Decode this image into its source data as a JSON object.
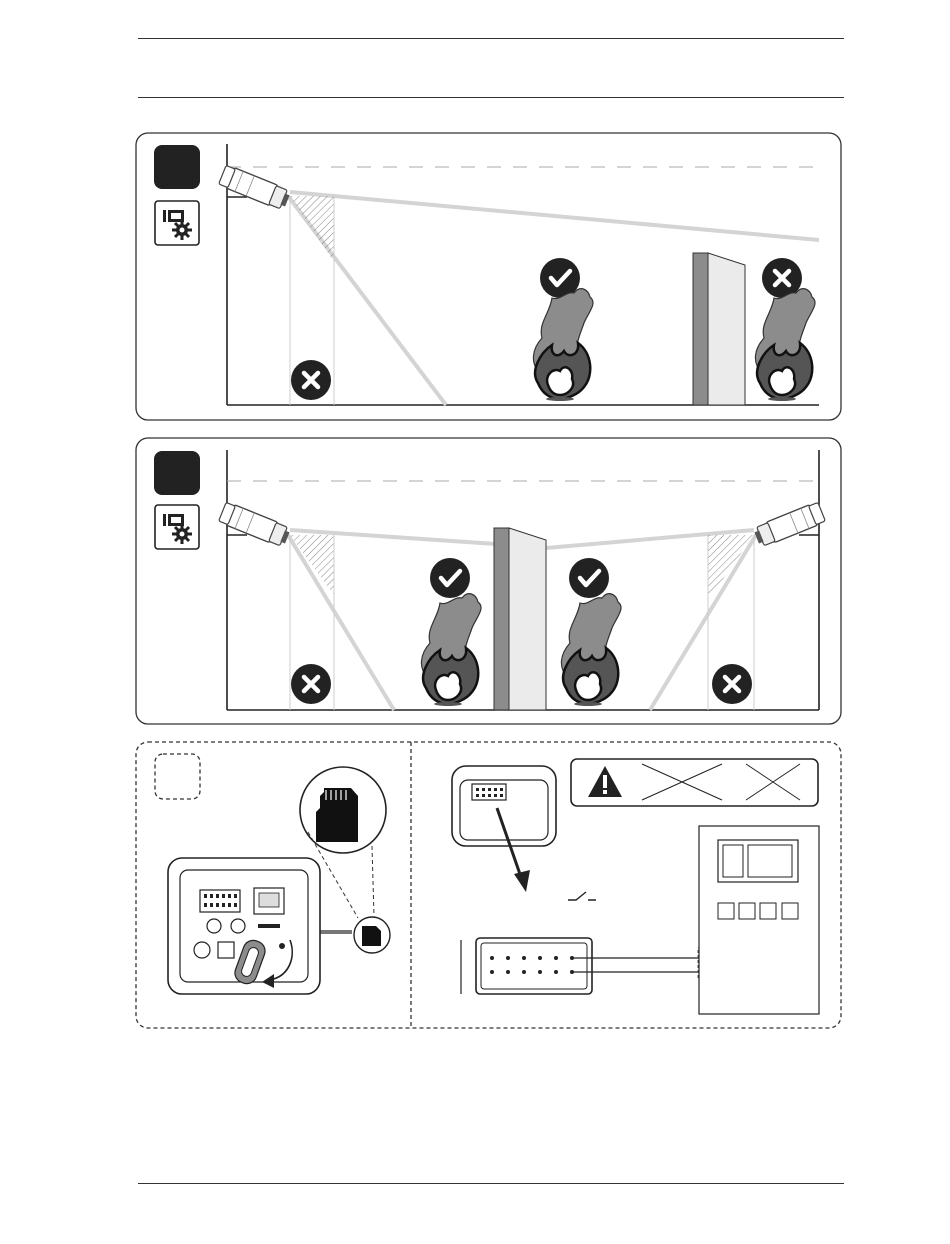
{
  "page": {
    "header_rules": 2,
    "footer_rules": 1
  },
  "panels": [
    {
      "id": "panel-1",
      "badge_icon": "camera-settings-icon",
      "scene": "single-camera-coverage",
      "zones": [
        {
          "name": "blind-spot-below-camera",
          "status": "not-detected"
        },
        {
          "name": "fire-in-view",
          "status": "detected"
        },
        {
          "name": "fire-behind-wall",
          "status": "not-detected"
        }
      ]
    },
    {
      "id": "panel-2",
      "badge_icon": "camera-settings-icon",
      "scene": "two-cameras-facing-wall",
      "zones": [
        {
          "name": "blind-spot-left",
          "status": "not-detected"
        },
        {
          "name": "fire-left-of-wall",
          "status": "detected"
        },
        {
          "name": "fire-right-of-wall",
          "status": "detected"
        },
        {
          "name": "blind-spot-right",
          "status": "not-detected"
        }
      ]
    },
    {
      "id": "panel-3",
      "left_icon": "microsd-card-icon",
      "right_icon": "warning-icon",
      "scene": "sd-card-and-relay-wiring",
      "relay_panel_buttons": 4
    }
  ],
  "colors": {
    "frame": "#333333",
    "fov_beam": "#d4d4d4",
    "badge": "#222222",
    "wall_light": "#ebebeb",
    "wall_dark": "#8c8c8c"
  }
}
